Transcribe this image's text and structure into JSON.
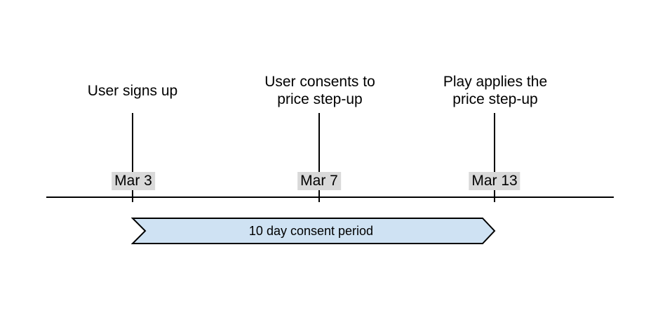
{
  "diagram": {
    "background": "#ffffff",
    "text_color": "#000000"
  },
  "timeline": {
    "line_color": "#000000",
    "date_label_bg": "#d9d9d9",
    "events": [
      {
        "label": "User signs up",
        "lines": [
          "User signs up"
        ],
        "date": "Mar 3"
      },
      {
        "label": "User consents to price step-up",
        "lines": [
          "User consents to",
          "price step-up"
        ],
        "date": "Mar 7"
      },
      {
        "label": "Play applies the price step-up",
        "lines": [
          "Play applies the",
          "price step-up"
        ],
        "date": "Mar 13"
      }
    ]
  },
  "consent_band": {
    "label": "10 day consent period",
    "fill": "#cfe2f3",
    "stroke": "#000000"
  }
}
